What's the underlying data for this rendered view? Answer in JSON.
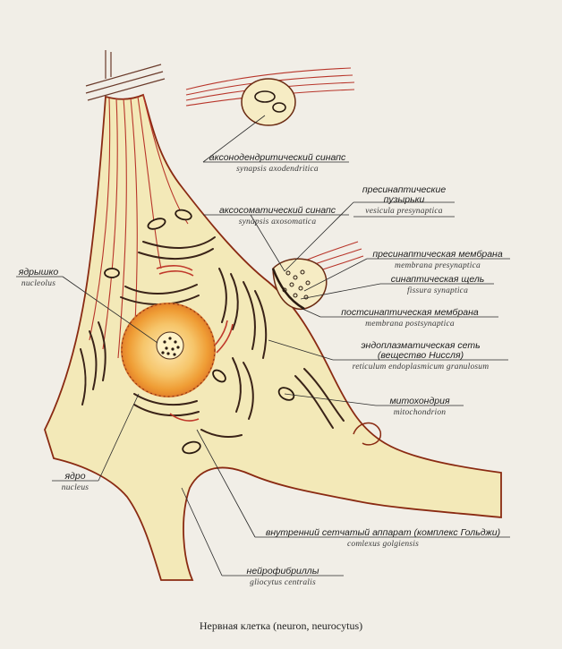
{
  "caption": "Нервная клетка (neuron, neurocytus)",
  "labels": {
    "axodendritic": {
      "ru": "аксонодендритический синапс",
      "la": "synapsis axodendritica"
    },
    "axosomatic": {
      "ru": "аксосоматический синапс",
      "la": "synapsis axosomatica"
    },
    "vesicles": {
      "ru1": "пресинаптические",
      "ru2": "пузырьки",
      "la": "vesicula presynaptica"
    },
    "presyn_membrane": {
      "ru": "пресинаптическая мембрана",
      "la": "membrana presynaptica"
    },
    "cleft": {
      "ru": "синаптическая щель",
      "la": "fissura synaptica"
    },
    "postsyn_membrane": {
      "ru": "постсинаптическая мембрана",
      "la": "membrana postsynaptica"
    },
    "er": {
      "ru1": "эндоплазматическая сеть",
      "ru2": "(вещество Ниссля)",
      "la": "reticulum endoplasmicum granulosum"
    },
    "mito": {
      "ru": "митохондрия",
      "la": "mitochondrion"
    },
    "nucleolus": {
      "ru": "ядрышко",
      "la": "nucleolus"
    },
    "nucleus": {
      "ru": "ядро",
      "la": "nucleus"
    },
    "golgi": {
      "ru": "внутренний сетчатый аппарат (комплекс Гольджи)",
      "la": "comlexus golgiensis"
    },
    "neurofibrils": {
      "ru": "нейрофибриллы",
      "la": "gliocytus centralis"
    }
  }
}
